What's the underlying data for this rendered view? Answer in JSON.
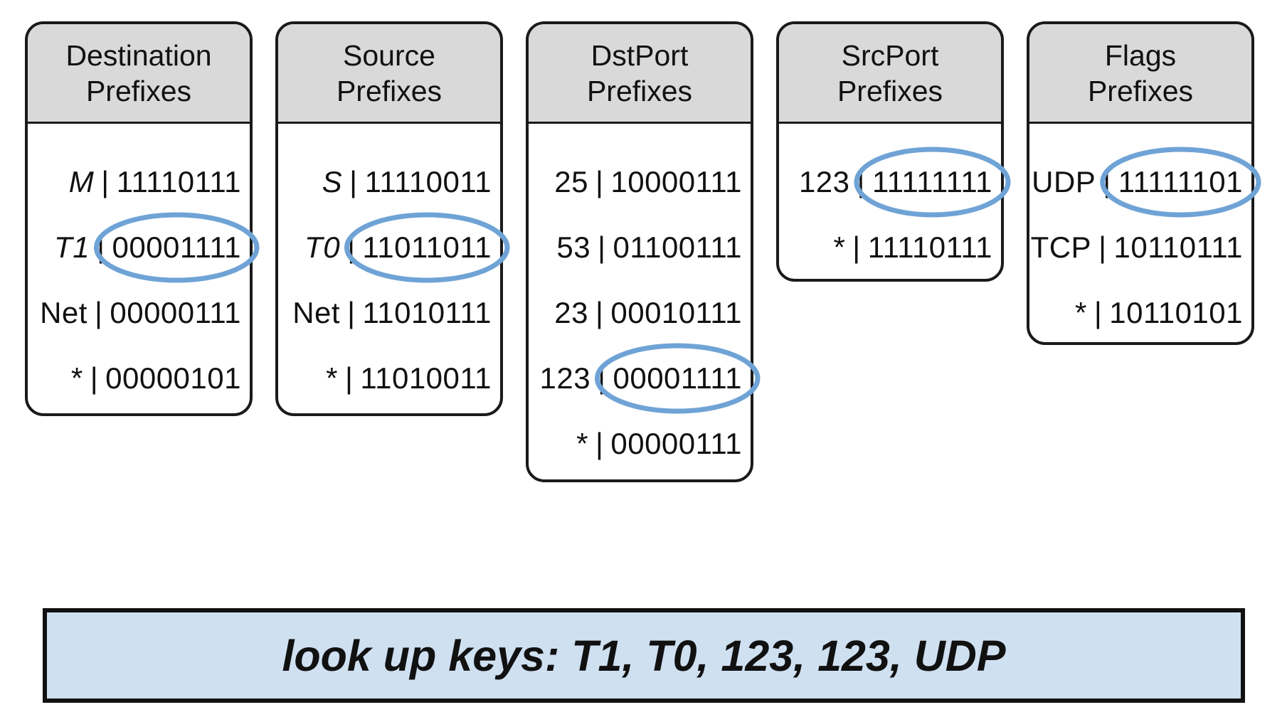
{
  "tables": [
    {
      "id": "t-dst",
      "name": "destination",
      "header": [
        "Destination",
        "Prefixes"
      ],
      "rows": [
        {
          "key": "M",
          "italic": true,
          "bits": "11110111"
        },
        {
          "key": "T1",
          "italic": true,
          "bits": "00001111",
          "highlight": true
        },
        {
          "key": "Net",
          "italic": false,
          "bits": "00000111"
        },
        {
          "key": "*",
          "italic": false,
          "bits": "00000101"
        }
      ]
    },
    {
      "id": "t-src",
      "name": "source",
      "header": [
        "Source",
        "Prefixes"
      ],
      "rows": [
        {
          "key": "S",
          "italic": true,
          "bits": "11110011"
        },
        {
          "key": "T0",
          "italic": true,
          "bits": "11011011",
          "highlight": true
        },
        {
          "key": "Net",
          "italic": false,
          "bits": "11010111"
        },
        {
          "key": "*",
          "italic": false,
          "bits": "11010011"
        }
      ]
    },
    {
      "id": "t-dport",
      "name": "dstport",
      "header": [
        "DstPort",
        "Prefixes"
      ],
      "rows": [
        {
          "key": "25",
          "italic": false,
          "bits": "10000111"
        },
        {
          "key": "53",
          "italic": false,
          "bits": "01100111"
        },
        {
          "key": "23",
          "italic": false,
          "bits": "00010111"
        },
        {
          "key": "123",
          "italic": false,
          "bits": "00001111",
          "highlight": true
        },
        {
          "key": "*",
          "italic": false,
          "bits": "00000111"
        }
      ]
    },
    {
      "id": "t-sport",
      "name": "srcport",
      "header": [
        "SrcPort",
        "Prefixes"
      ],
      "rows": [
        {
          "key": "123",
          "italic": false,
          "bits": "11111111",
          "highlight": true
        },
        {
          "key": "*",
          "italic": false,
          "bits": "11110111"
        }
      ]
    },
    {
      "id": "t-flags",
      "name": "flags",
      "header": [
        "Flags",
        "Prefixes"
      ],
      "rows": [
        {
          "key": "UDP",
          "italic": false,
          "bits": "11111101",
          "highlight": true
        },
        {
          "key": "TCP",
          "italic": false,
          "bits": "10110111"
        },
        {
          "key": "*",
          "italic": false,
          "bits": "10110101"
        }
      ]
    }
  ],
  "separator": "|",
  "highlight_color": "#6fa3d6",
  "lookup": {
    "text": "look up keys: T1, T0, 123, 123, UDP"
  }
}
